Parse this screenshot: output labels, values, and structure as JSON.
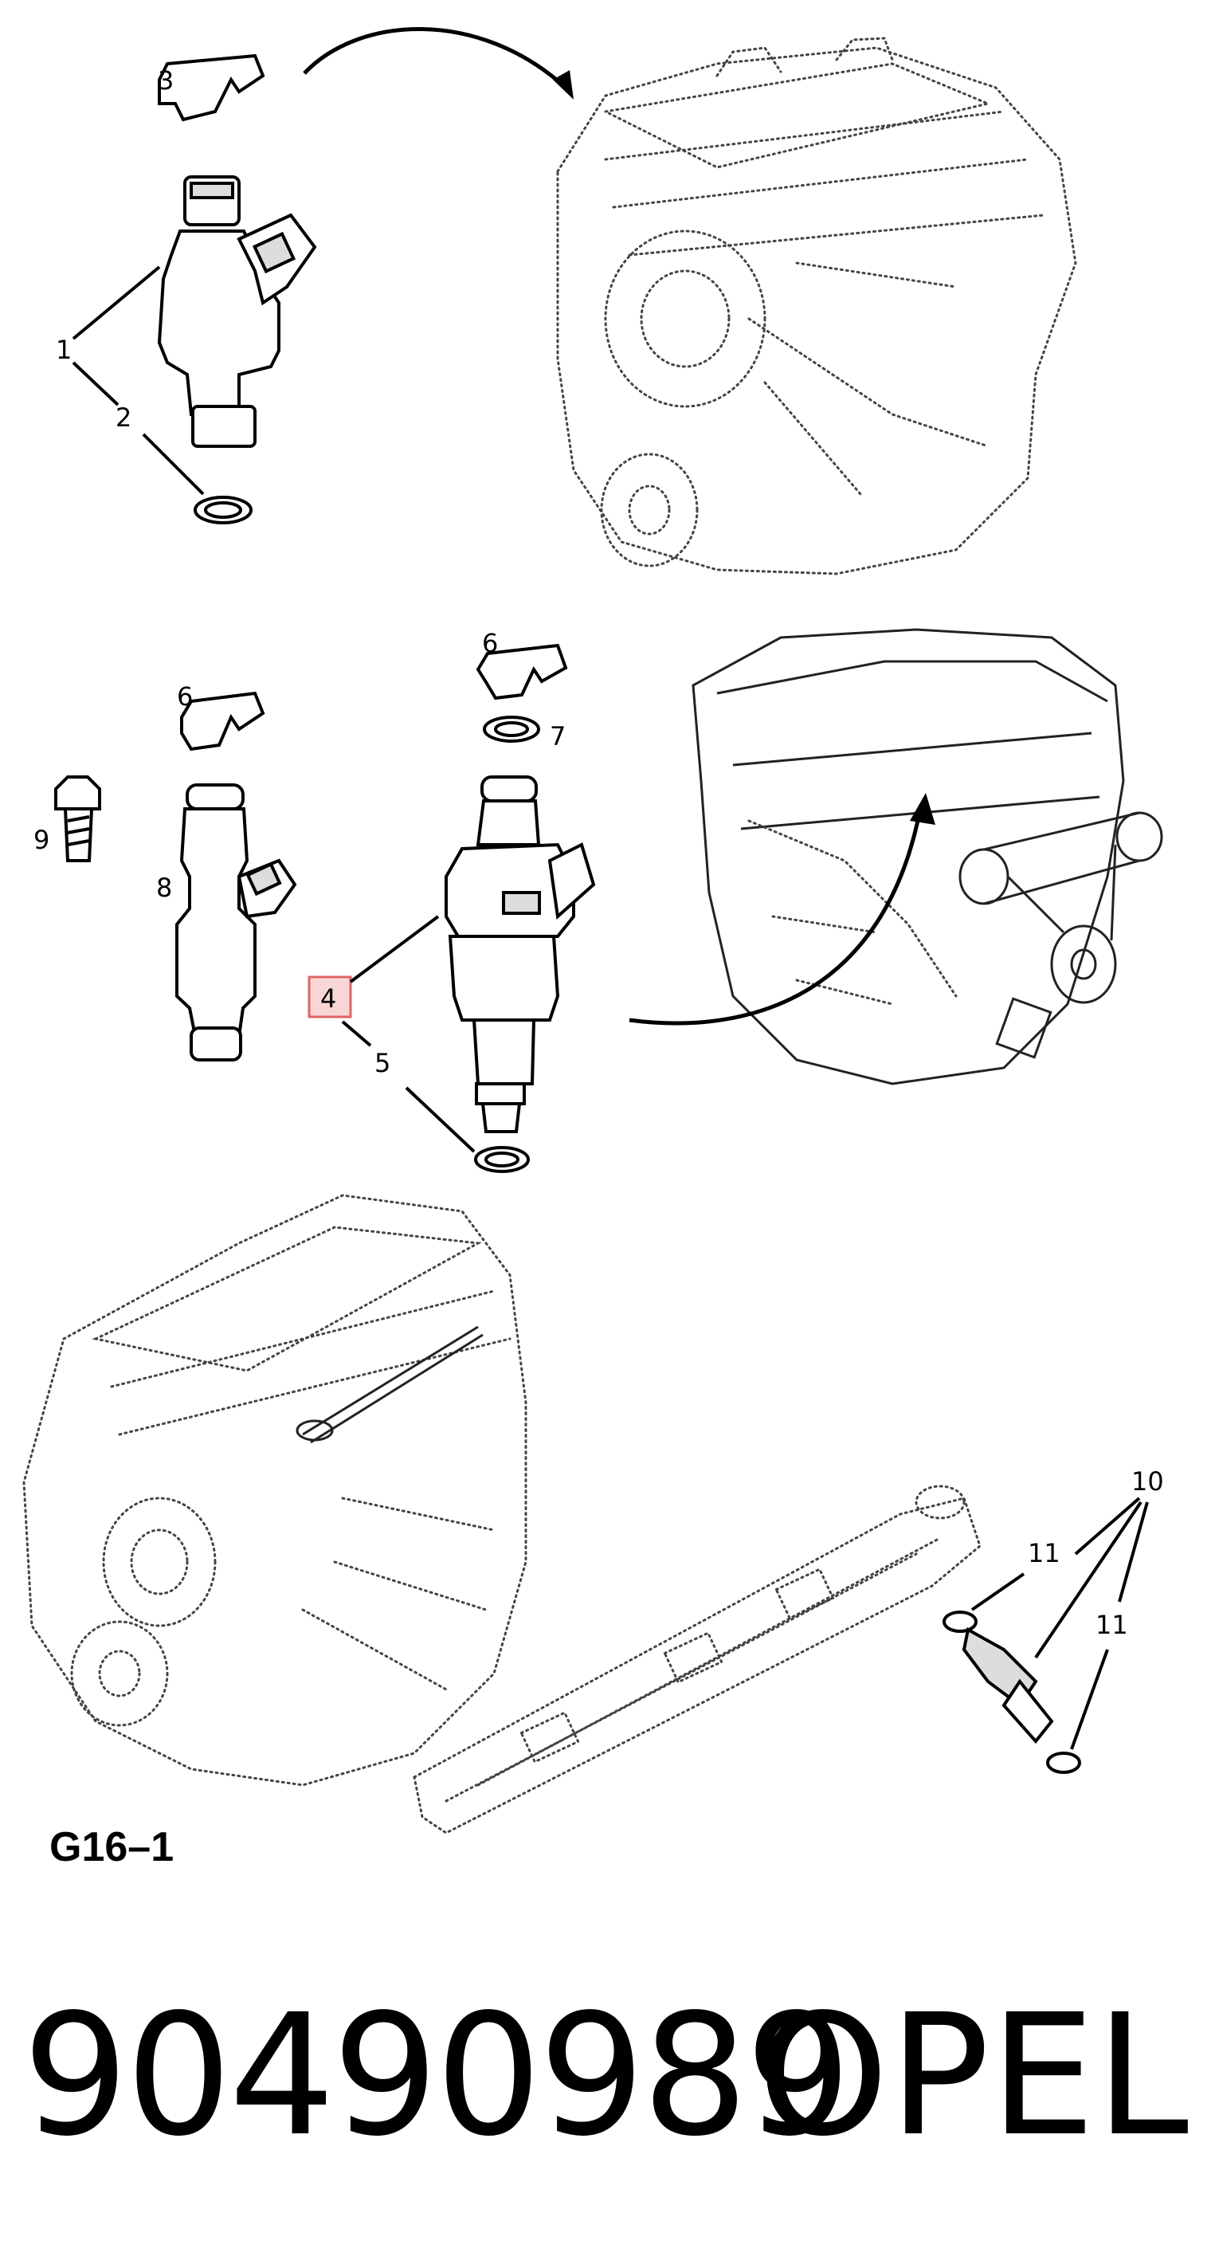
{
  "diagram": {
    "section_code": "G16–1",
    "highlight_color": "#f4c6c6",
    "highlight_border": "#d77",
    "callouts": {
      "c1": "1",
      "c2": "2",
      "c3": "3",
      "c4": "4",
      "c5": "5",
      "c6a": "6",
      "c6b": "6",
      "c7": "7",
      "c8": "8",
      "c9": "9",
      "c10": "10",
      "c11a": "11",
      "c11b": "11"
    },
    "highlighted_callout": "4"
  },
  "footer": {
    "part_number": "90490989",
    "brand": "OPEL"
  }
}
